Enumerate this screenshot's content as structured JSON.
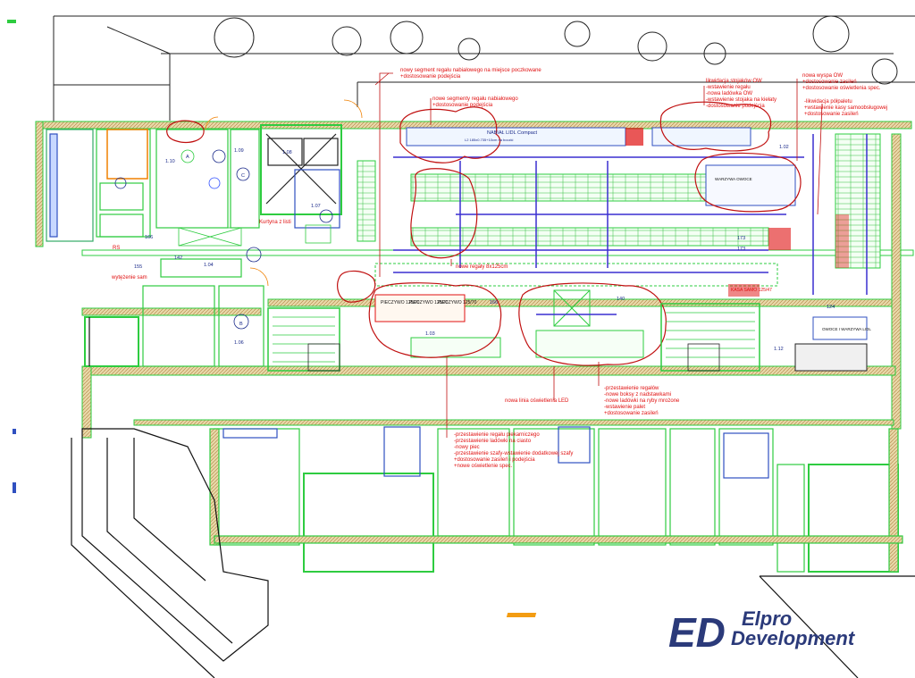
{
  "annotations": {
    "a1": [
      "nowy segment regału nabiałowego na miejsce poczkowane",
      "+dostosowanie podejścia"
    ],
    "a2": [
      "nowe segmenty regału nabiałowego",
      "+dostosowanie podejścia"
    ],
    "a3": [
      "likwidacja stojaków OW",
      "-wstawienie regału",
      "-nowa ladówka OW",
      "-wstawienie stojaka na kiełaty",
      "-dostosowanie podejścia"
    ],
    "a4": [
      "nowa wyspa OW",
      "+dostosowanie zasileń",
      "+dostosowanie oświetlenia spec."
    ],
    "a5": [
      "-likwidacja półpaletu",
      "+wstawienie kasy samoobsługowej",
      "+dostosowanie zasileń"
    ],
    "a6": [
      "nowe regały 8x125cm"
    ],
    "a7": [
      "nowa linia oświetlenia LED"
    ],
    "a8": [
      "-przestawienie regałów",
      "-nowe boksy z nadstawkami",
      "-nowe ladówki na ryby mrożone",
      "-wstawienie palet",
      "+dostosowanie zasileń"
    ],
    "a9": [
      "-przestawienie regału piekarniczego",
      "-przestawienie ladówki na ciasto",
      "-nowy piec",
      "-przestawienie szafy-wstawienie dodatkowej szafy",
      "+dostosowanie zasileń i podejścia",
      "+nowe oświetlenie spec."
    ]
  },
  "labels": {
    "dairy": "NABIAŁ LIDL Compact",
    "dairy_dim": "L2 185x0.735+10cm na boczki",
    "oven1": "PIECZYWO 125/70",
    "oven2": "PIECZYWO 125/70",
    "oven3": "PIECZYWO 125/70",
    "room_106": "1.06",
    "room_109": "1.09",
    "room_110": "1.10",
    "room_104": "1.04",
    "room_108": "1.08",
    "room_107": "1.07",
    "room_102": "1.02",
    "room_103": "1.03",
    "room_112": "1.12",
    "kurtyna": "Kurtyna z listi",
    "wyzurzenie": "wytężenie sam",
    "dim_166a": "166",
    "dim_166b": "166",
    "dim_173a": "173",
    "dim_173b": "173",
    "dim_140": "140",
    "dim_155": "155",
    "dim_142": "142",
    "dim_124": "124",
    "rs": "RS",
    "kasa": "KASA SAMO 125/47",
    "owoce": "OWOCE I WARZYWA LIDL",
    "warzywa": "WARZYWA OWOCE",
    "oi_a": "A",
    "oi_b": "B",
    "oi_c": "C"
  },
  "logo": {
    "mark": "ED",
    "line1": "Elpro",
    "line2": "Development"
  },
  "colors": {
    "wall_green": "#2ecc40",
    "wall_hatch": "#d8b060",
    "red_annot": "#e01010",
    "shelf_blue": "#3a2fd0",
    "logo_blue": "#2b3a7a",
    "logo_orange": "#f39c12"
  }
}
